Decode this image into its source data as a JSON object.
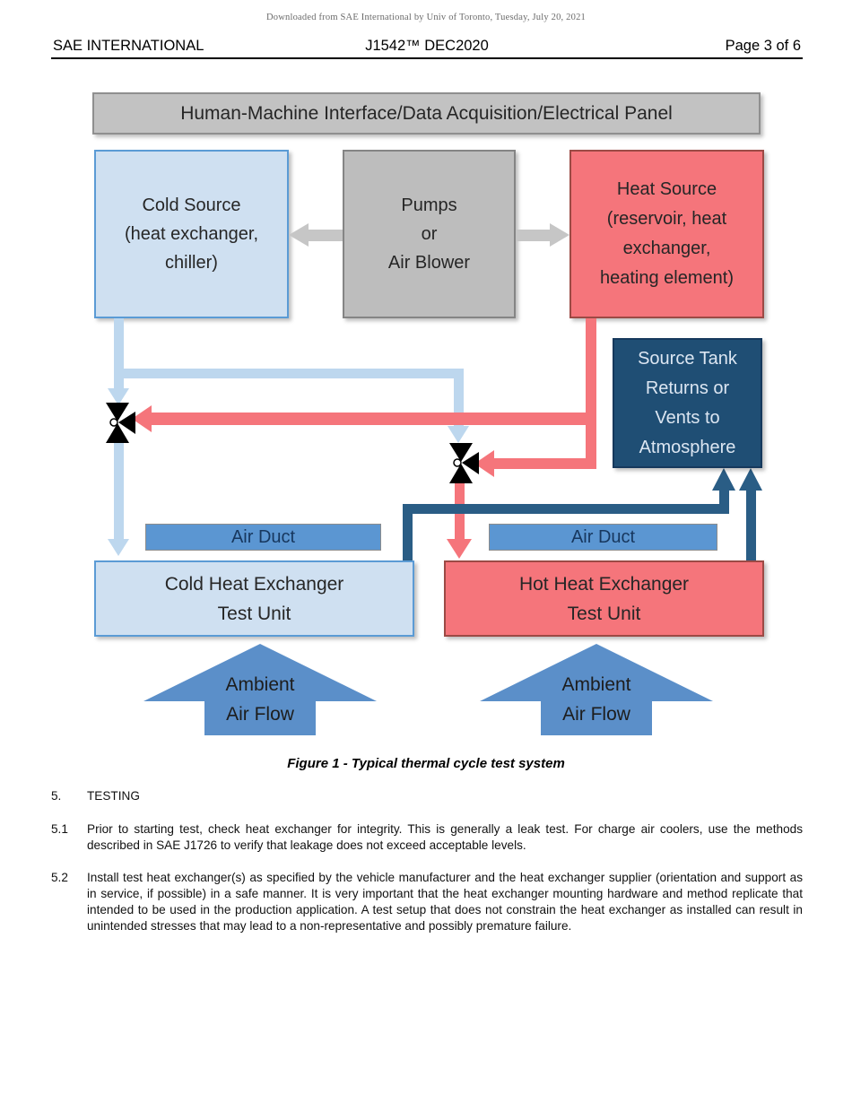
{
  "notice": "Downloaded from SAE International by Univ of Toronto, Tuesday, July 20, 2021",
  "header": {
    "left": "SAE INTERNATIONAL",
    "center": "J1542™ DEC2020",
    "right": "Page 3 of 6"
  },
  "figure": {
    "caption": "Figure 1 - Typical thermal cycle test system",
    "banner": "Human-Machine Interface/Data Acquisition/Electrical Panel",
    "boxes": {
      "cold_source": "Cold Source\n(heat exchanger,\nchiller)",
      "pumps": "Pumps\nor\nAir Blower",
      "heat_source": "Heat Source\n(reservoir, heat\nexchanger,\nheating element)",
      "source_tank": "Source Tank\nReturns or\nVents to\nAtmosphere",
      "cold_unit": "Cold Heat Exchanger\nTest Unit",
      "hot_unit": "Hot Heat Exchanger\nTest Unit"
    },
    "air_duct_label": "Air Duct",
    "ambient_label": "Ambient\nAir Flow"
  },
  "sections": {
    "heading_num": "5.",
    "heading_title": "TESTING",
    "items": [
      {
        "num": "5.1",
        "text": "Prior to starting test, check heat exchanger for integrity. This is generally a leak test. For charge air coolers, use the methods described in SAE J1726 to verify that leakage does not exceed acceptable levels."
      },
      {
        "num": "5.2",
        "text": "Install test heat exchanger(s) as specified by the vehicle manufacturer and the heat exchanger supplier (orientation and support as in service, if possible) in a safe manner. It is very important that the heat exchanger mounting hardware and method replicate that intended to be used in the production application. A test setup that does not constrain the heat exchanger as installed can result in unintended stresses that may lead to a non-representative and possibly premature failure."
      }
    ]
  },
  "colors": {
    "light_blue_fill": "#cfe0f1",
    "light_blue_border": "#5b9bd5",
    "flow_light_blue": "#bdd7ee",
    "gray_fill": "#c2c2c2",
    "red_fill": "#f5757b",
    "red_border": "#9c4a45",
    "navy_fill": "#1f4e74",
    "navy_flow": "#2a5d85",
    "duct_blue": "#5b96d2",
    "ambient_blue": "#5b8fc9"
  }
}
